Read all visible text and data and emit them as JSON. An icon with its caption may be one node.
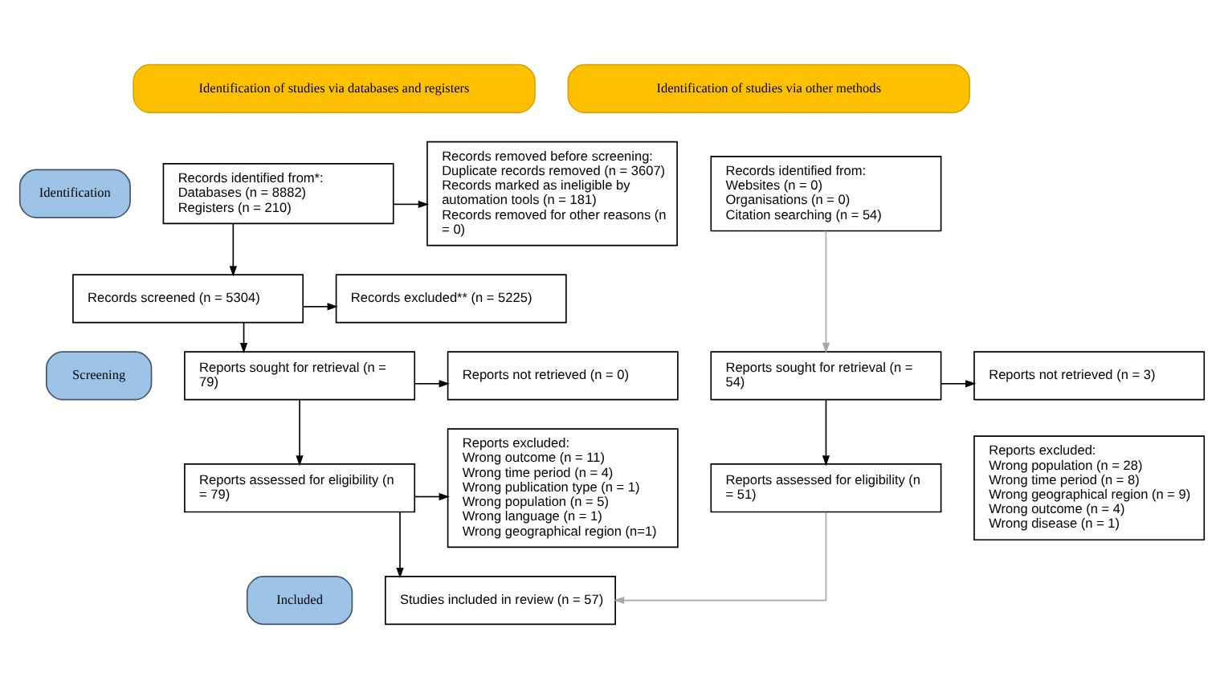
{
  "diagram": {
    "nodes": [
      {
        "text": [
          "Identification of studies via databases and registers"
        ]
      },
      {
        "text": [
          "Identification of studies via other methods"
        ]
      },
      {
        "text": [
          "Identification"
        ]
      },
      {
        "text": [
          "Screening"
        ]
      },
      {
        "text": [
          "Included"
        ]
      },
      {
        "text": [
          "Records identified from*:",
          "Databases (n = 8882)",
          "Registers (n = 210)"
        ]
      },
      {
        "text": [
          "Records removed before screening:",
          "Duplicate records removed (n = 3607)",
          "Records marked as ineligible by automation tools (n = 181)",
          "Records removed for other reasons (n = 0)"
        ]
      },
      {
        "text": [
          "Records identified from:",
          "Websites (n = 0)",
          "Organisations (n = 0)",
          "Citation searching (n = 54)"
        ]
      },
      {
        "text": [
          "Records screened (n = 5304)"
        ]
      },
      {
        "text": [
          "Records excluded** (n = 5225)"
        ]
      },
      {
        "text": [
          "Reports sought for retrieval (n = 79)"
        ]
      },
      {
        "text": [
          "Reports not retrieved (n = 0)"
        ]
      },
      {
        "text": [
          "Reports sought for retrieval (n = 54)"
        ]
      },
      {
        "text": [
          "Reports not retrieved (n = 3)"
        ]
      },
      {
        "text": [
          "Reports assessed for eligibility (n = 79)"
        ]
      },
      {
        "text": [
          "Reports excluded:",
          "Wrong outcome (n = 11)",
          "Wrong time period (n = 4)",
          "Wrong publication type (n = 1)",
          "Wrong population (n = 5)",
          "Wrong language (n = 1)",
          "Wrong geographical region (n=1)"
        ]
      },
      {
        "text": [
          "Reports assessed for eligibility (n = 51)"
        ]
      },
      {
        "text": [
          "Reports excluded:",
          "Wrong population (n = 28)",
          "Wrong time period (n = 8)",
          "Wrong geographical region (n = 9)",
          "Wrong outcome (n = 4)",
          "Wrong disease (n = 1)"
        ]
      },
      {
        "text": [
          "Studies included in review (n = 57)"
        ]
      }
    ],
    "edges": [
      {
        "from": 5,
        "to": 6,
        "arrow": "to"
      },
      {
        "from": 5,
        "to": 8,
        "arrow": "to"
      },
      {
        "from": 8,
        "to": 9,
        "arrow": "to"
      },
      {
        "from": 8,
        "to": 10,
        "arrow": "to"
      },
      {
        "from": 10,
        "to": 11,
        "arrow": "to"
      },
      {
        "from": 10,
        "to": 14,
        "arrow": "to"
      },
      {
        "from": 14,
        "to": 15,
        "arrow": "to"
      },
      {
        "from": 14,
        "to": 18,
        "arrow": "to"
      },
      {
        "from": 7,
        "to": 12,
        "arrow": "to",
        "color": "#a6a6a6"
      },
      {
        "from": 12,
        "to": 13,
        "arrow": "to"
      },
      {
        "from": 12,
        "to": 16,
        "arrow": "to"
      },
      {
        "from": 16,
        "to": 18,
        "arrow": "to",
        "color": "#a6a6a6"
      }
    ]
  }
}
